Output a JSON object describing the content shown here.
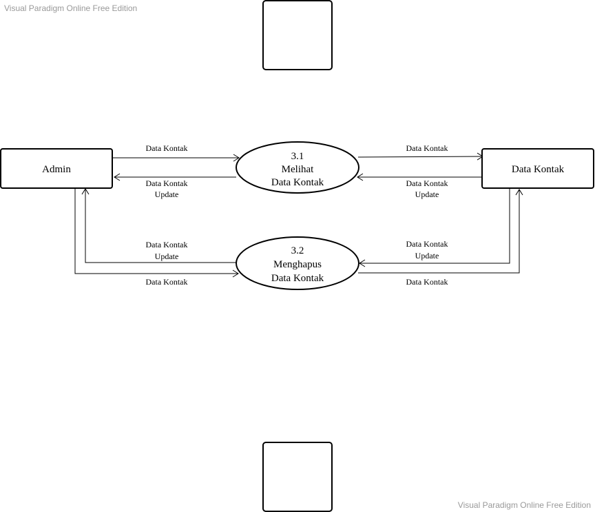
{
  "watermark": {
    "top": "Visual Paradigm Online Free Edition",
    "bottom": "Visual Paradigm Online Free Edition"
  },
  "entities": {
    "admin": "Admin",
    "store": "Data Kontak"
  },
  "processes": {
    "p1": {
      "number": "3.1",
      "line1": "Melihat",
      "line2": "Data Kontak"
    },
    "p2": {
      "number": "3.2",
      "line1": "Menghapus",
      "line2": "Data Kontak"
    }
  },
  "flows": {
    "admin_to_p1": "Data Kontak",
    "p1_to_admin": {
      "line1": "Data Kontak",
      "line2": "Update"
    },
    "p1_to_store": "Data Kontak",
    "store_to_p1": {
      "line1": "Data Kontak",
      "line2": "Update"
    },
    "p2_to_admin": {
      "line1": "Data Kontak",
      "line2": "Update"
    },
    "admin_to_p2": "Data Kontak",
    "store_to_p2": {
      "line1": "Data Kontak",
      "line2": "Update"
    },
    "p2_to_store": "Data Kontak"
  }
}
